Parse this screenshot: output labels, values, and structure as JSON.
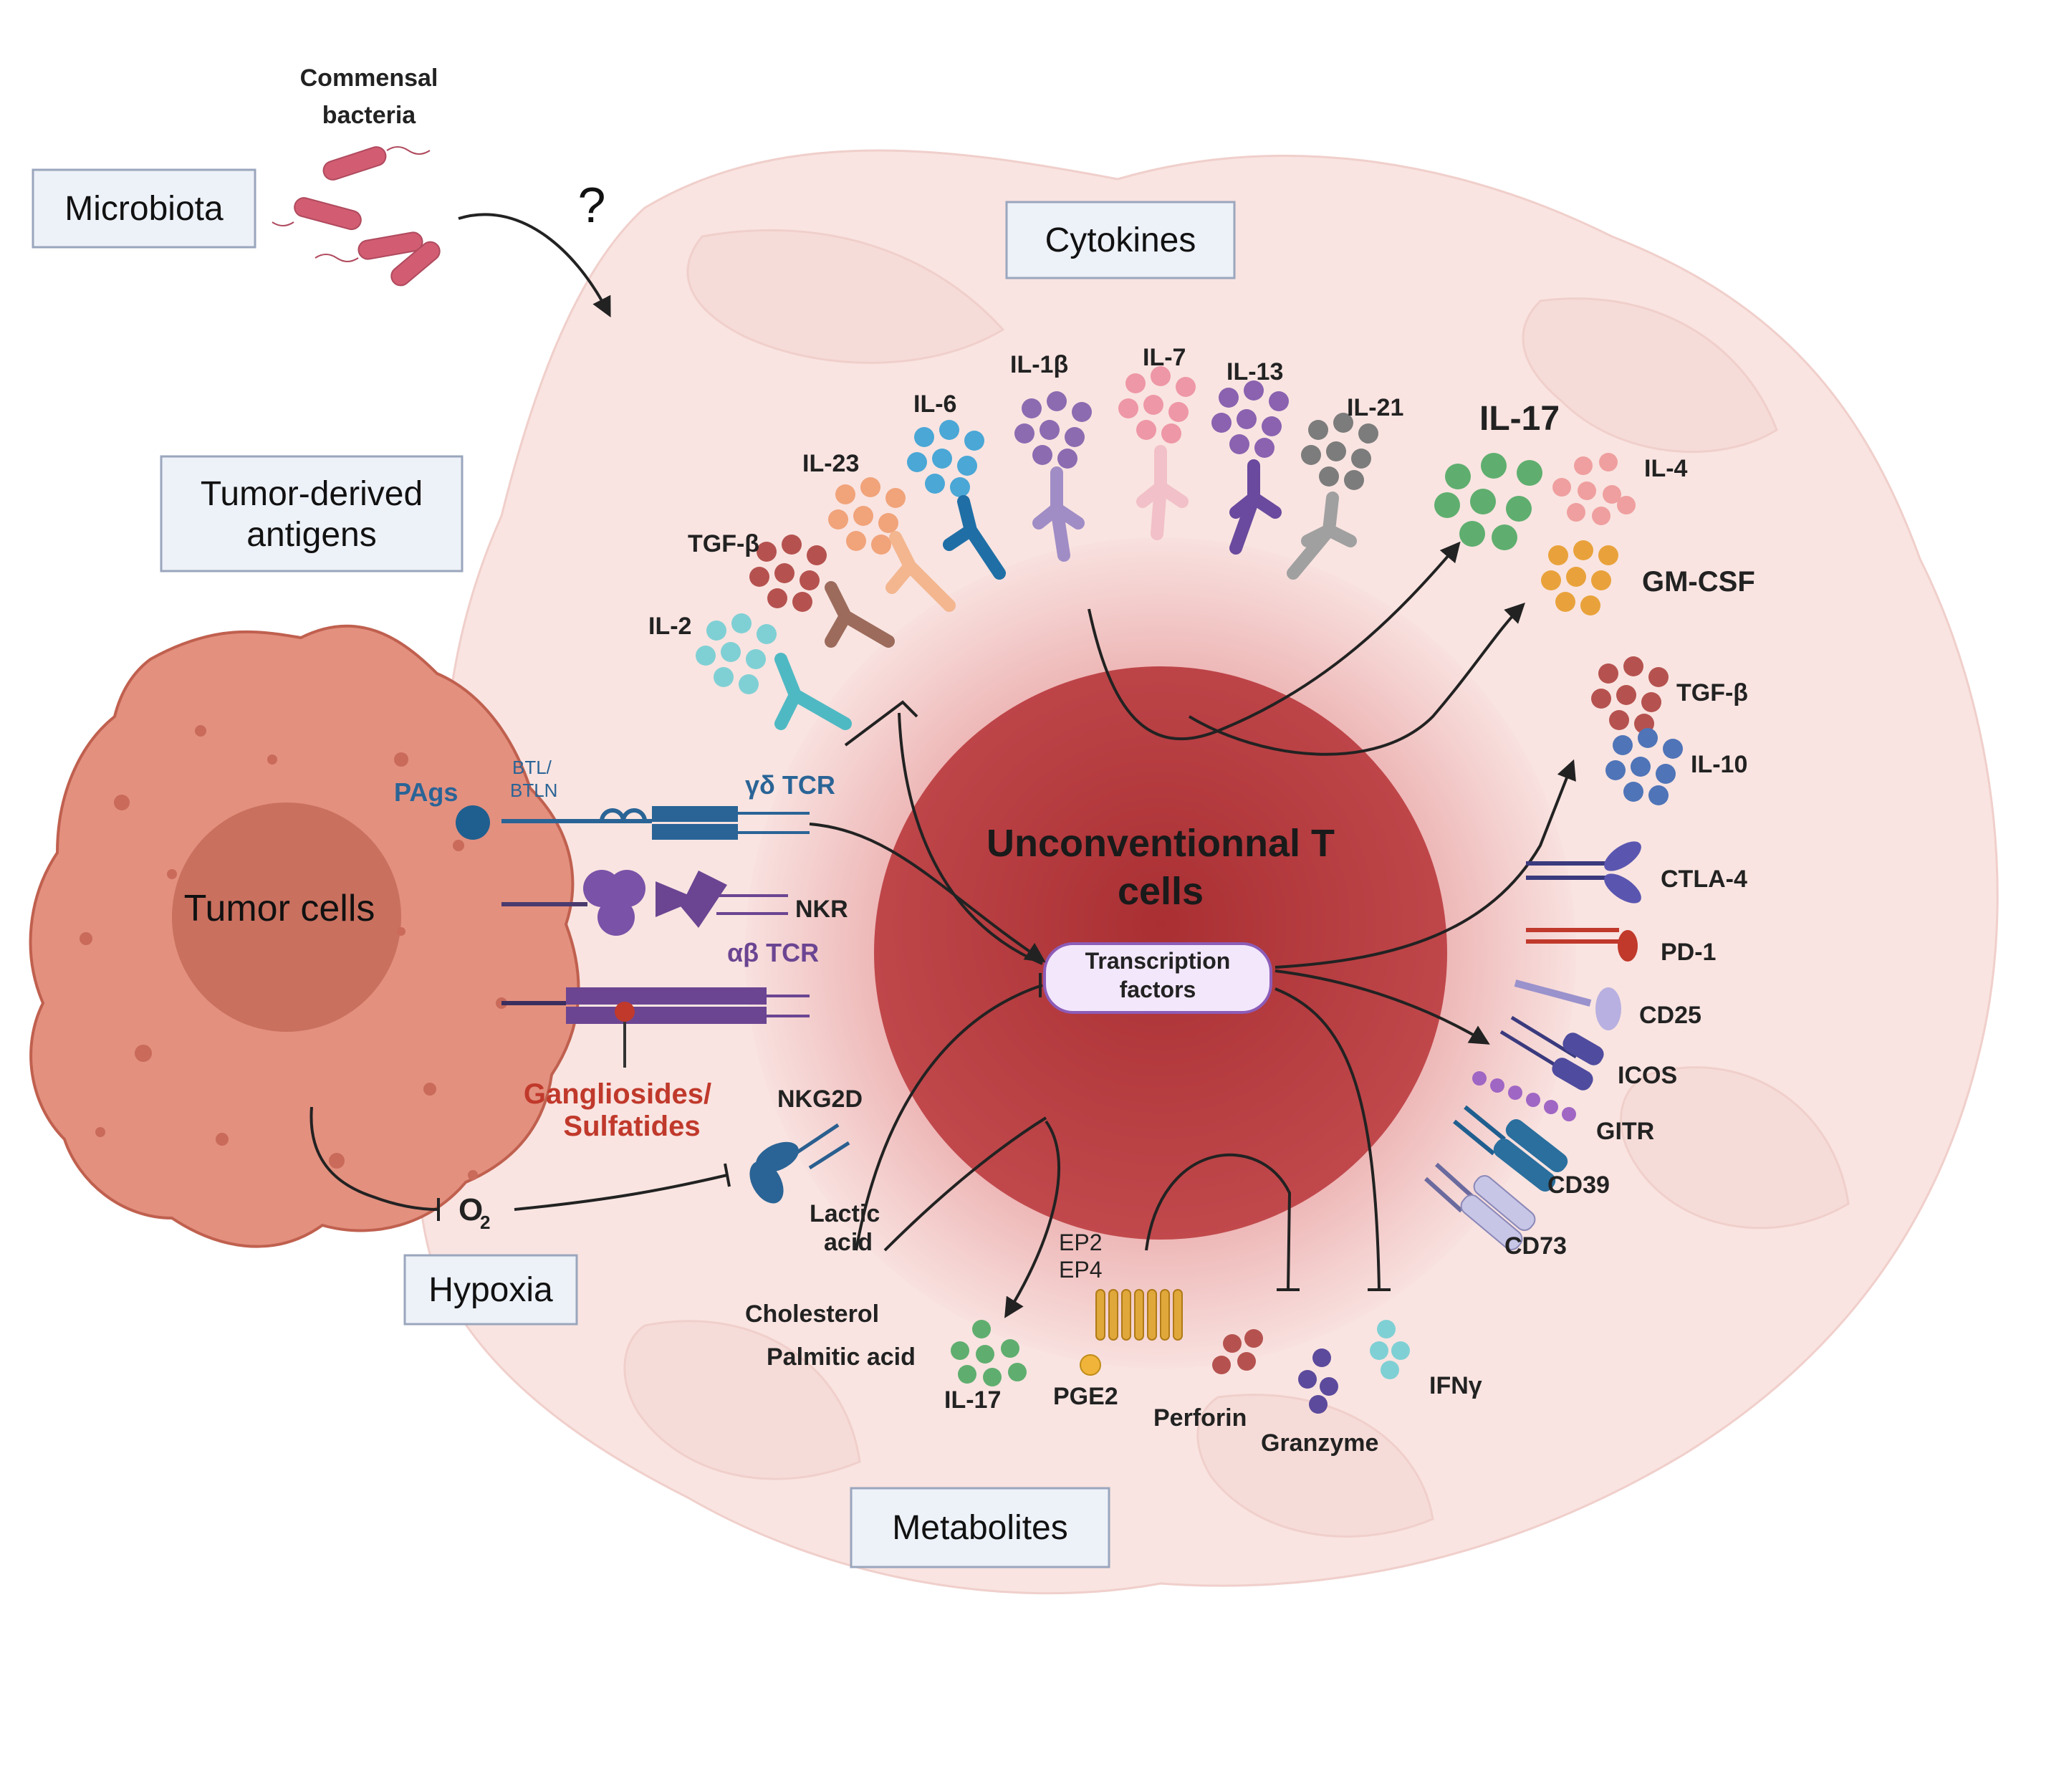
{
  "boxes": {
    "microbiota": "Microbiota",
    "cytokines": "Cytokines",
    "tumor_antigens_1": "Tumor-derived",
    "tumor_antigens_2": "antigens",
    "hypoxia": "Hypoxia",
    "metabolites": "Metabolites"
  },
  "bacteria": {
    "line1": "Commensal",
    "line2": "bacteria",
    "question": "?"
  },
  "tumor": {
    "label": "Tumor cells",
    "pags": "PAgs",
    "btl1": "BTL/",
    "btl2": "BTLN"
  },
  "tcell": {
    "line1": "Unconventionnal T",
    "line2": "cells",
    "tf1": "Transcription",
    "tf2": "factors"
  },
  "receptors": {
    "gd_tcr": "γδ TCR",
    "nkr": "NKR",
    "ab_tcr": "αβ TCR",
    "gangliosides1": "Gangliosides/",
    "gangliosides2": "Sulfatides",
    "nkg2d": "NKG2D"
  },
  "input_cytokines": [
    "IL-2",
    "TGF-β",
    "IL-23",
    "IL-6",
    "IL-1β",
    "IL-7",
    "IL-13",
    "IL-21"
  ],
  "output_cytokines": {
    "il17": "IL-17",
    "il4": "IL-4",
    "gmcsf": "GM-CSF",
    "tgfb": "TGF-β",
    "il10": "IL-10"
  },
  "surface_markers": [
    "CTLA-4",
    "PD-1",
    "CD25",
    "ICOS",
    "GITR",
    "CD39",
    "CD73"
  ],
  "metabolites": {
    "o2": "O",
    "o2_sub": "2",
    "lactic1": "Lactic",
    "lactic2": "acid",
    "cholesterol": "Cholesterol",
    "palmitic": "Palmitic acid",
    "il17": "IL-17",
    "ep2": "EP2",
    "ep4": "EP4",
    "pge2": "PGE2",
    "perforin": "Perforin",
    "granzyme": "Granzyme",
    "ifng": "IFNγ"
  },
  "colors": {
    "tumor_fill": "#e3907f",
    "tumor_nucleus": "#c9705f",
    "tcell_core": "#b03a3c",
    "tcell_halo": "#e7a2a2",
    "tcr_blue": "#2a6496",
    "nkr_purple": "#6b4592",
    "ganglioside_red": "#c0392b"
  }
}
